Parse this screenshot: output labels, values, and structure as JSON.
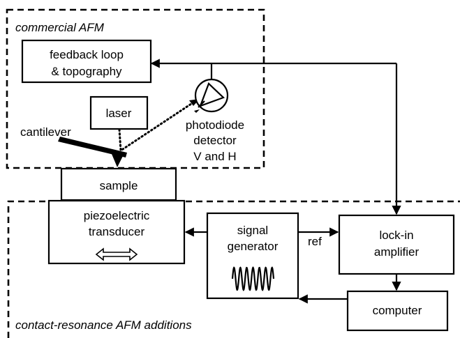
{
  "regions": {
    "commercial": "commercial AFM",
    "additions": "contact-resonance AFM additions"
  },
  "blocks": {
    "feedback_line1": "feedback loop",
    "feedback_line2": "& topography",
    "laser": "laser",
    "cantilever": "cantilever",
    "photodiode_line1": "photodiode",
    "photodiode_line2": "detector",
    "photodiode_line3": "V and H",
    "sample": "sample",
    "piezo_line1": "piezoelectric",
    "piezo_line2": "transducer",
    "signal_line1": "signal",
    "signal_line2": "generator",
    "lockin_line1": "lock-in",
    "lockin_line2": "amplifier",
    "computer": "computer"
  },
  "connections": {
    "ref": "ref"
  }
}
